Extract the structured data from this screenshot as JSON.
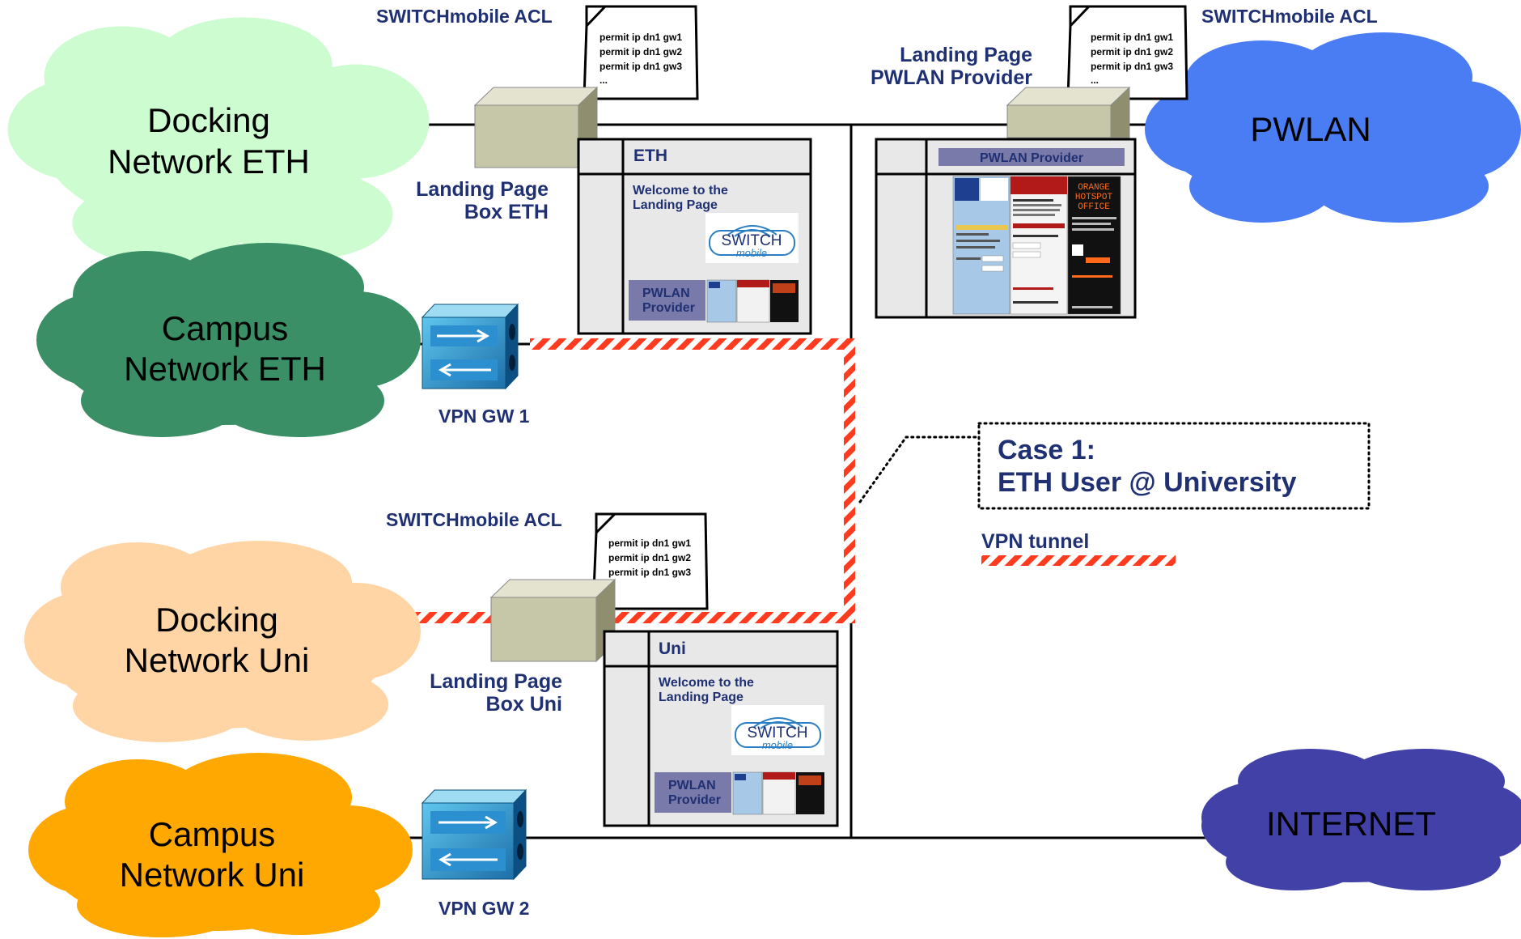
{
  "clouds": {
    "docking_eth": [
      "Docking",
      "Network ETH"
    ],
    "campus_eth": [
      "Campus",
      "Network ETH"
    ],
    "pwlan": [
      "PWLAN"
    ],
    "docking_uni": [
      "Docking",
      "Network Uni"
    ],
    "campus_uni": [
      "Campus",
      "Network Uni"
    ],
    "internet": [
      "INTERNET"
    ]
  },
  "acl": {
    "title": "SWITCHmobile ACL",
    "rules": [
      "permit ip dn1 gw1",
      "permit ip dn1 gw2",
      "permit ip dn1 gw3",
      "..."
    ]
  },
  "labels": {
    "landing_eth": [
      "Landing Page",
      "Box ETH"
    ],
    "landing_pwlan": [
      "Landing Page",
      "PWLAN Provider"
    ],
    "landing_uni": [
      "Landing Page",
      "Box Uni"
    ],
    "vpn_gw1": "VPN GW 1",
    "vpn_gw2": "VPN GW 2"
  },
  "pages": {
    "eth_header": "ETH",
    "uni_header": "Uni",
    "welcome": [
      "Welcome to the",
      "Landing Page"
    ],
    "switch_logo": [
      "SWITCH",
      "mobile"
    ],
    "pwlan_btn": [
      "PWLAN",
      "Provider"
    ],
    "pwlan_header": "PWLAN Provider",
    "orange_title": [
      "ORANGE",
      "HOTSPOT",
      "OFFICE"
    ]
  },
  "case": {
    "line1": "Case 1:",
    "line2": "ETH User @ University"
  },
  "legend": {
    "vpn_tunnel": "VPN tunnel"
  },
  "colors": {
    "label_navy": "#1f3073",
    "tunnel_red": "#ff3b1f",
    "docking_eth": "#ccfcd0",
    "campus_eth": "#3a8f66",
    "pwlan": "#4a7cf4",
    "docking_uni": "#ffd5a6",
    "campus_uni": "#ffa801",
    "internet": "#4141a8",
    "box_face": "#c6c6a8"
  }
}
